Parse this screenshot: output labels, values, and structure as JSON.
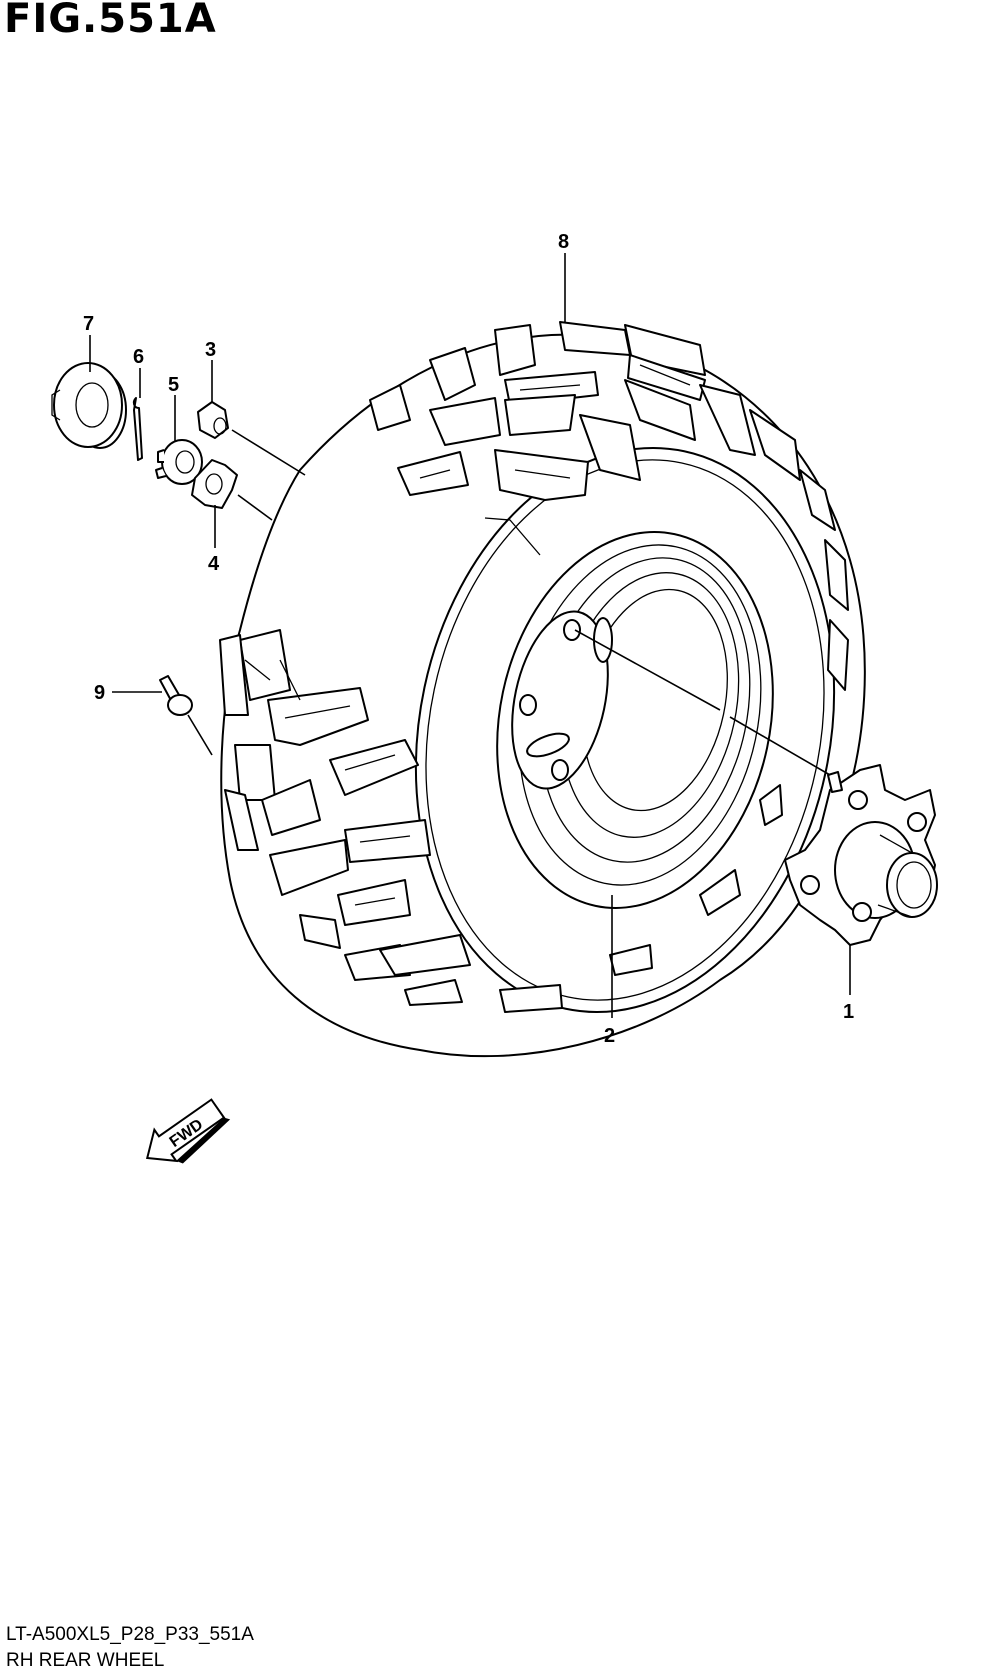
{
  "figure": {
    "title": "FIG.551A",
    "doc_code": "LT-A500XL5_P28_P33_551A",
    "description": "RH REAR WHEEL",
    "fwd_label": "FWD"
  },
  "callouts": [
    {
      "id": "1",
      "label": "1"
    },
    {
      "id": "2",
      "label": "2"
    },
    {
      "id": "3",
      "label": "3"
    },
    {
      "id": "4",
      "label": "4"
    },
    {
      "id": "5",
      "label": "5"
    },
    {
      "id": "6",
      "label": "6"
    },
    {
      "id": "7",
      "label": "7"
    },
    {
      "id": "8",
      "label": "8"
    },
    {
      "id": "9",
      "label": "9"
    }
  ]
}
